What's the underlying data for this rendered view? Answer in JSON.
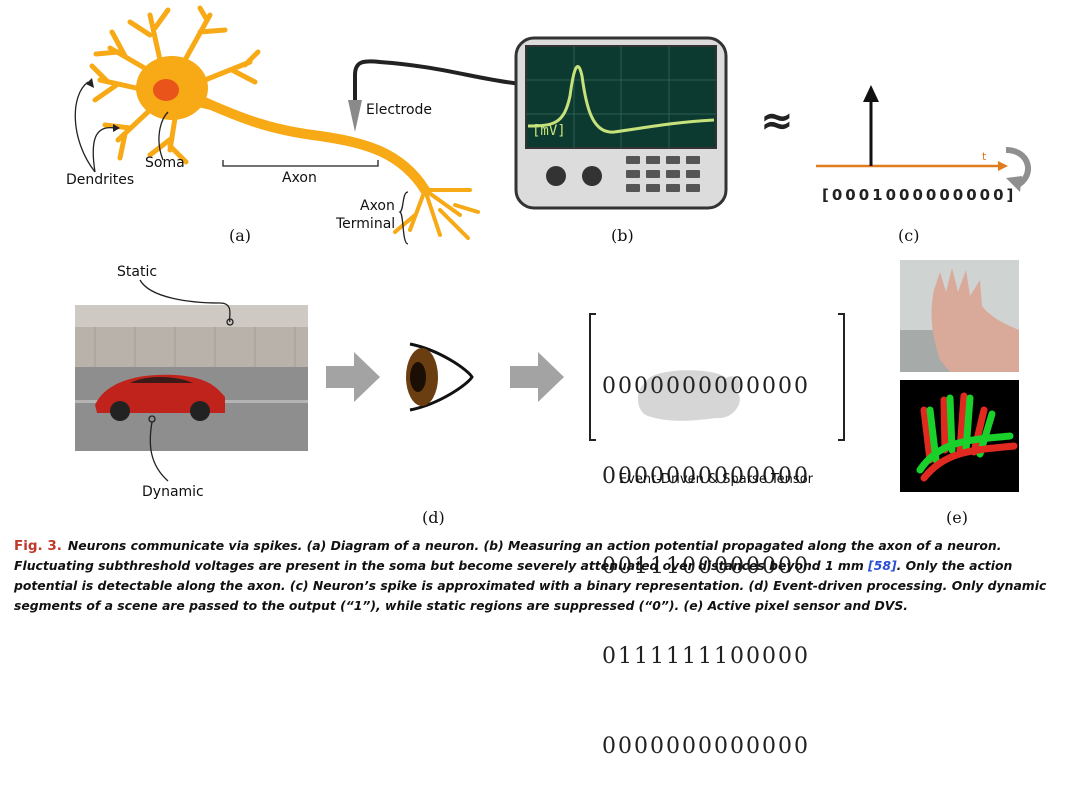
{
  "figure": {
    "panel_a": {
      "dendrites": "Dendrites",
      "soma": "Soma",
      "axon": "Axon",
      "electrode": "Electrode",
      "axon_terminal_l1": "Axon",
      "axon_terminal_l2": "Terminal",
      "label": "(a)"
    },
    "panel_b": {
      "screen_text": "[mV]",
      "label": "(b)"
    },
    "approx_symbol": "≈",
    "panel_c": {
      "t_label": "t",
      "binary": "[0001000000000]",
      "label": "(c)"
    },
    "panel_d": {
      "static": "Static",
      "dynamic": "Dynamic",
      "matrix_rows": [
        "0000000000000",
        "0000000000000",
        "0011100000000",
        "0111111100000",
        "0000000000000"
      ],
      "matrix_caption": "Event-Driven & Sparse Tensor",
      "label": "(d)"
    },
    "panel_e": {
      "label": "(e)"
    },
    "colors": {
      "neuron": "#f7a916",
      "soma_nucleus": "#e8541a",
      "scope_body": "#dcdcdc",
      "scope_screen": "#0d3a30",
      "trace": "#c7e27a",
      "time_axis": "#e07b1f",
      "arrow_gray": "#a3a3a3",
      "caption_red": "#c0392b",
      "ref_blue": "#2a4fd6",
      "dvs_green": "#19d12a",
      "dvs_red": "#e02a20"
    }
  },
  "caption": {
    "fig_label": "Fig. 3.",
    "text_1": "Neurons communicate via spikes. (a) Diagram of a neuron. (b) Measuring an action potential propagated along the axon of a neuron. Fluctuating subthreshold voltages are present in the soma but become severely attenuated over distances beyond 1 mm ",
    "ref": "[58]",
    "text_2": ". Only the action potential is detectable along the axon. (c) Neuron’s spike is approximated with a binary representation. (d) Event-driven processing. Only dynamic segments of a scene are passed to the output (“1”), while static regions are suppressed (“0”). (e) Active pixel sensor and DVS."
  }
}
